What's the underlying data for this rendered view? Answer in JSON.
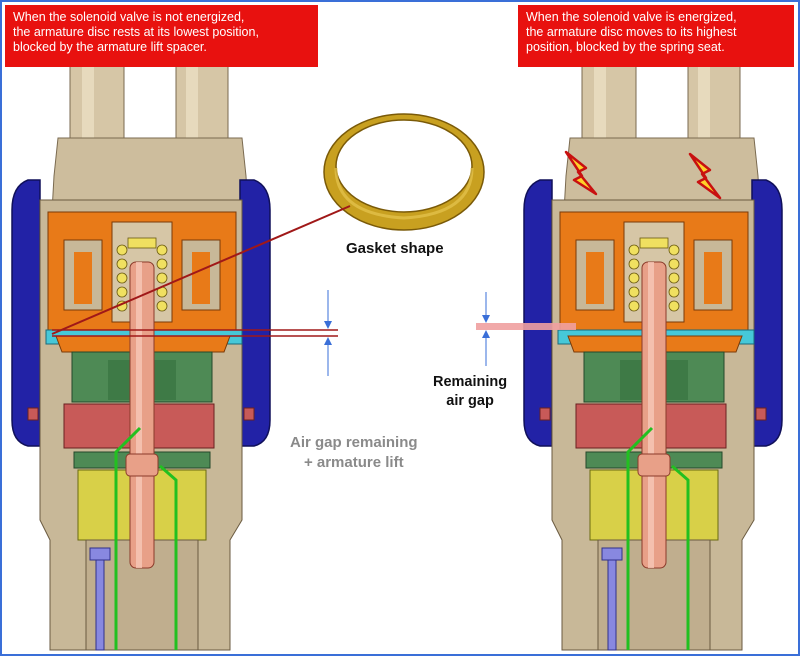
{
  "captions": {
    "left": [
      "When the solenoid valve is not energized,",
      "the armature disc rests at its lowest position,",
      "blocked by the armature lift spacer."
    ],
    "right": [
      "When the solenoid valve is energized,",
      "the armature disc moves to its highest",
      "position, blocked by the spring seat."
    ]
  },
  "labels": {
    "gasket": "Gasket shape",
    "remaining_air_gap": [
      "Remaining",
      "air gap"
    ],
    "air_gap_plus_lift": [
      "Air gap remaining",
      "+ armature lift"
    ]
  },
  "colors": {
    "caption_bg": "#e8110f",
    "frame": "#3a6fd8",
    "housing": "#c8b898",
    "coil_body": "#e87a18",
    "blue_clip": "#2020a0",
    "spacer": "#46c8d8",
    "gasket_ring": "#c8a020",
    "green_block": "#4e8a55",
    "red_block": "#c85a58",
    "yellow_block": "#d8d048",
    "armature_pin": "#e8a088",
    "pointer_line": "#a01818"
  },
  "icons": [
    "lightning-icon",
    "lightning-icon"
  ]
}
